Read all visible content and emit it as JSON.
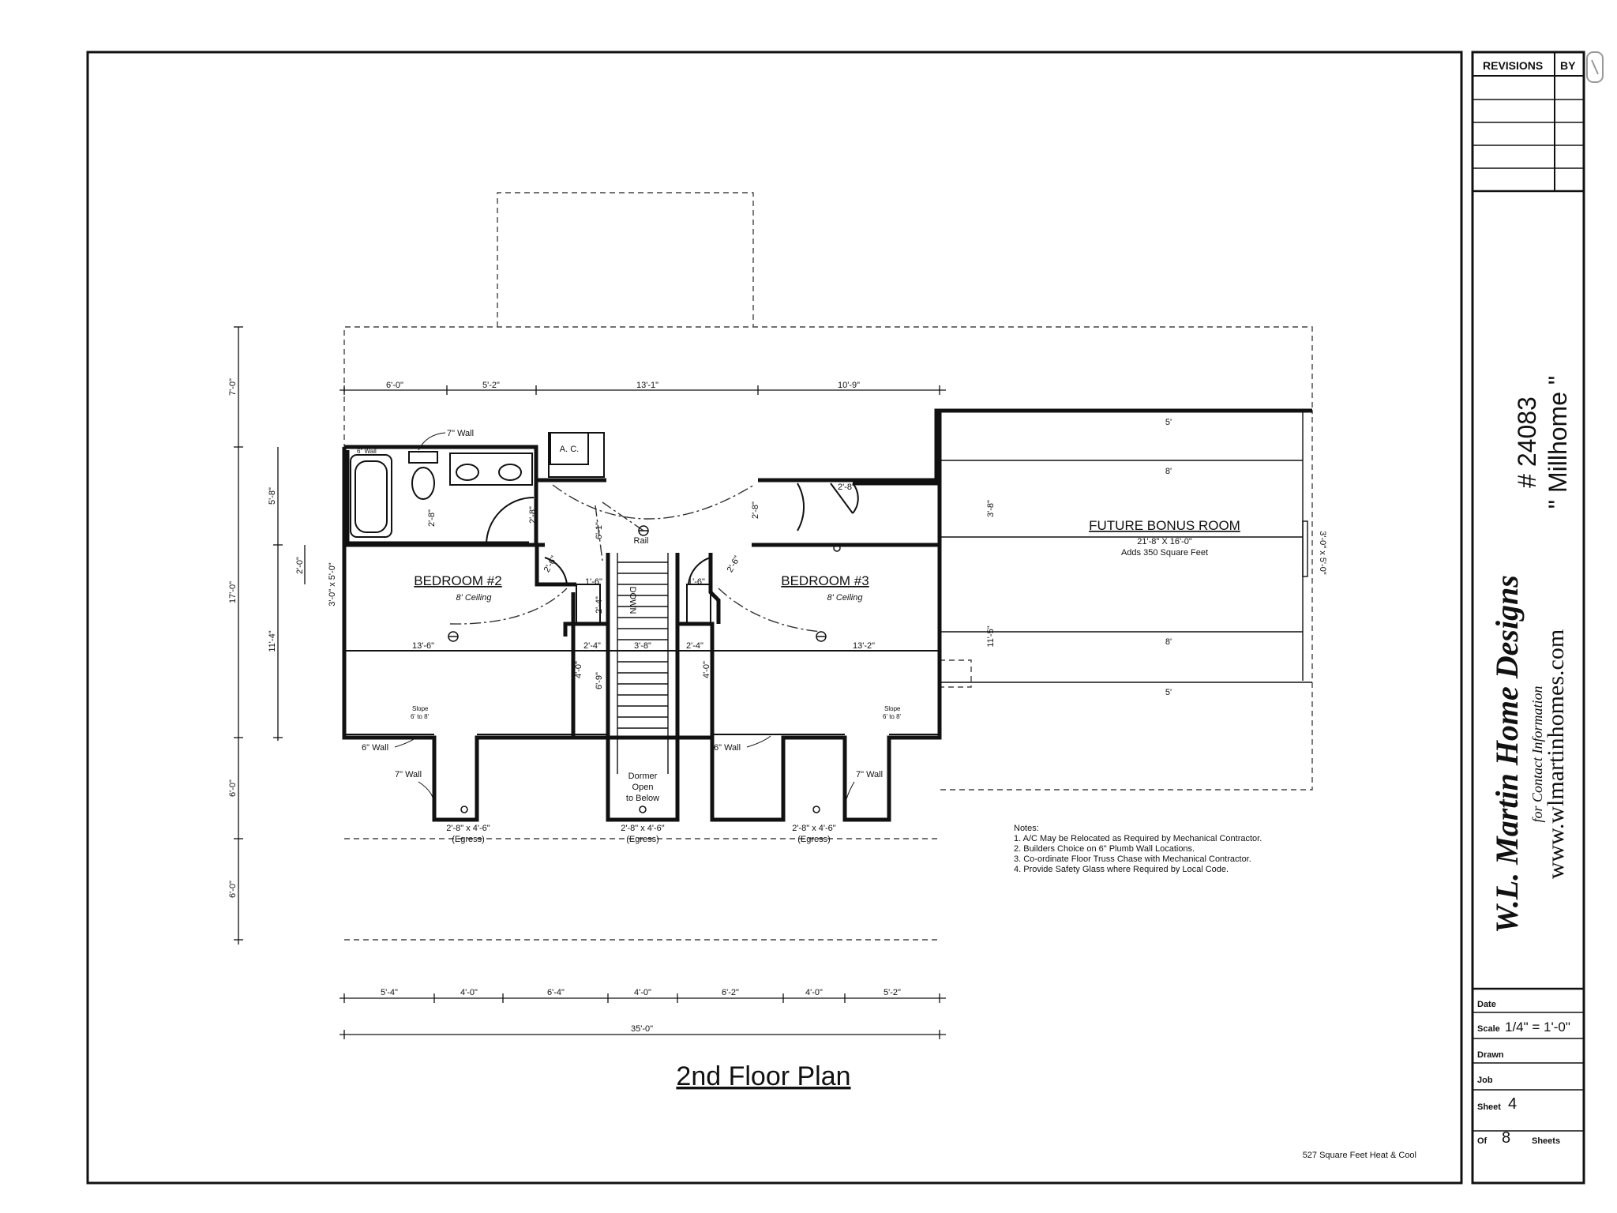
{
  "plan": {
    "title": "2nd Floor Plan",
    "area_note": "527 Square Feet Heat & Cool",
    "ac_label": "A. C.",
    "rail_label": "Rail",
    "stair_down": "DOWN",
    "dormer_note": [
      "Dormer",
      "Open",
      "to Below"
    ],
    "rooms": {
      "bedroom2": {
        "name": "BEDROOM #2",
        "ceiling": "8' Ceiling"
      },
      "bedroom3": {
        "name": "BEDROOM #3",
        "ceiling": "8' Ceiling"
      },
      "bonus": {
        "name": "FUTURE BONUS ROOM",
        "size": "21'-8\" X 16'-0\"",
        "note": "Adds 350 Square Feet"
      }
    },
    "wall_notes": {
      "w7_top": "7\" Wall",
      "w6_bath": "6\" Wall",
      "w6_left": "6\" Wall",
      "w7_left": "7\" Wall",
      "w6_right": "6\" Wall",
      "w7_right": "7\" Wall"
    },
    "slope": {
      "line1": "Slope",
      "line2": "6' to 8'"
    },
    "windows": {
      "size": "2'-8\" x 4'-6\"",
      "egress": "(Egress)",
      "side_left": "3'-0\" x 5'-0\"",
      "side_right": "3'-0\" x 5'-0\""
    },
    "notes": {
      "heading": "Notes:",
      "items": [
        "1.  A/C May be Relocated as Required by Mechanical Contractor.",
        "2.  Builders Choice on 6\" Plumb Wall Locations.",
        "3.  Co-ordinate Floor Truss Chase with Mechanical Contractor.",
        "4.  Provide Safety Glass where Required by Local Code."
      ]
    },
    "dims": {
      "top": [
        "6'-0\"",
        "5'-2\"",
        "13'-1\"",
        "10'-9\""
      ],
      "bottom": [
        "5'-4\"",
        "4'-0\"",
        "6'-4\"",
        "4'-0\"",
        "6'-2\"",
        "4'-0\"",
        "5'-2\""
      ],
      "overall": "35'-0\"",
      "left": [
        "7'-0\"",
        "17'-0\"",
        "6'-0\"",
        "6'-0\""
      ],
      "left_inner": [
        "5'-8\"",
        "11'-4\""
      ],
      "small": {
        "two_zero": "2'-0\"",
        "d2_8": "2'-8\"",
        "d6_1": "6'-1\"",
        "d2_6": "2'-6\"",
        "d1_6": "1'-6\"",
        "d2_4": "2'-4\"",
        "d3_8": "3'-8\"",
        "d4_0": "4'-0\"",
        "d6_9": "6'-9\"",
        "d13_6": "13'-6\"",
        "d13_2": "13'-2\"",
        "d3_8r": "3'-8\"",
        "d11_5": "11'-5\"",
        "bonus5": "5'",
        "bonus8": "8'"
      }
    }
  },
  "title_block": {
    "revisions": "REVISIONS",
    "by": "BY",
    "job_number": "# 24083",
    "job_name": "\" Millhome \"",
    "company": "W.L. Martin Home Designs",
    "contact": "for Contact Information",
    "website": "www.wlmartinhomes.com",
    "date_label": "Date",
    "scale_label": "Scale",
    "scale_value": "1/4\" = 1'-0\"",
    "drawn_label": "Drawn",
    "job_label": "Job",
    "sheet_label": "Sheet",
    "sheet_value": "4",
    "of_label": "Of",
    "of_value": "8",
    "sheets_label": "Sheets"
  }
}
